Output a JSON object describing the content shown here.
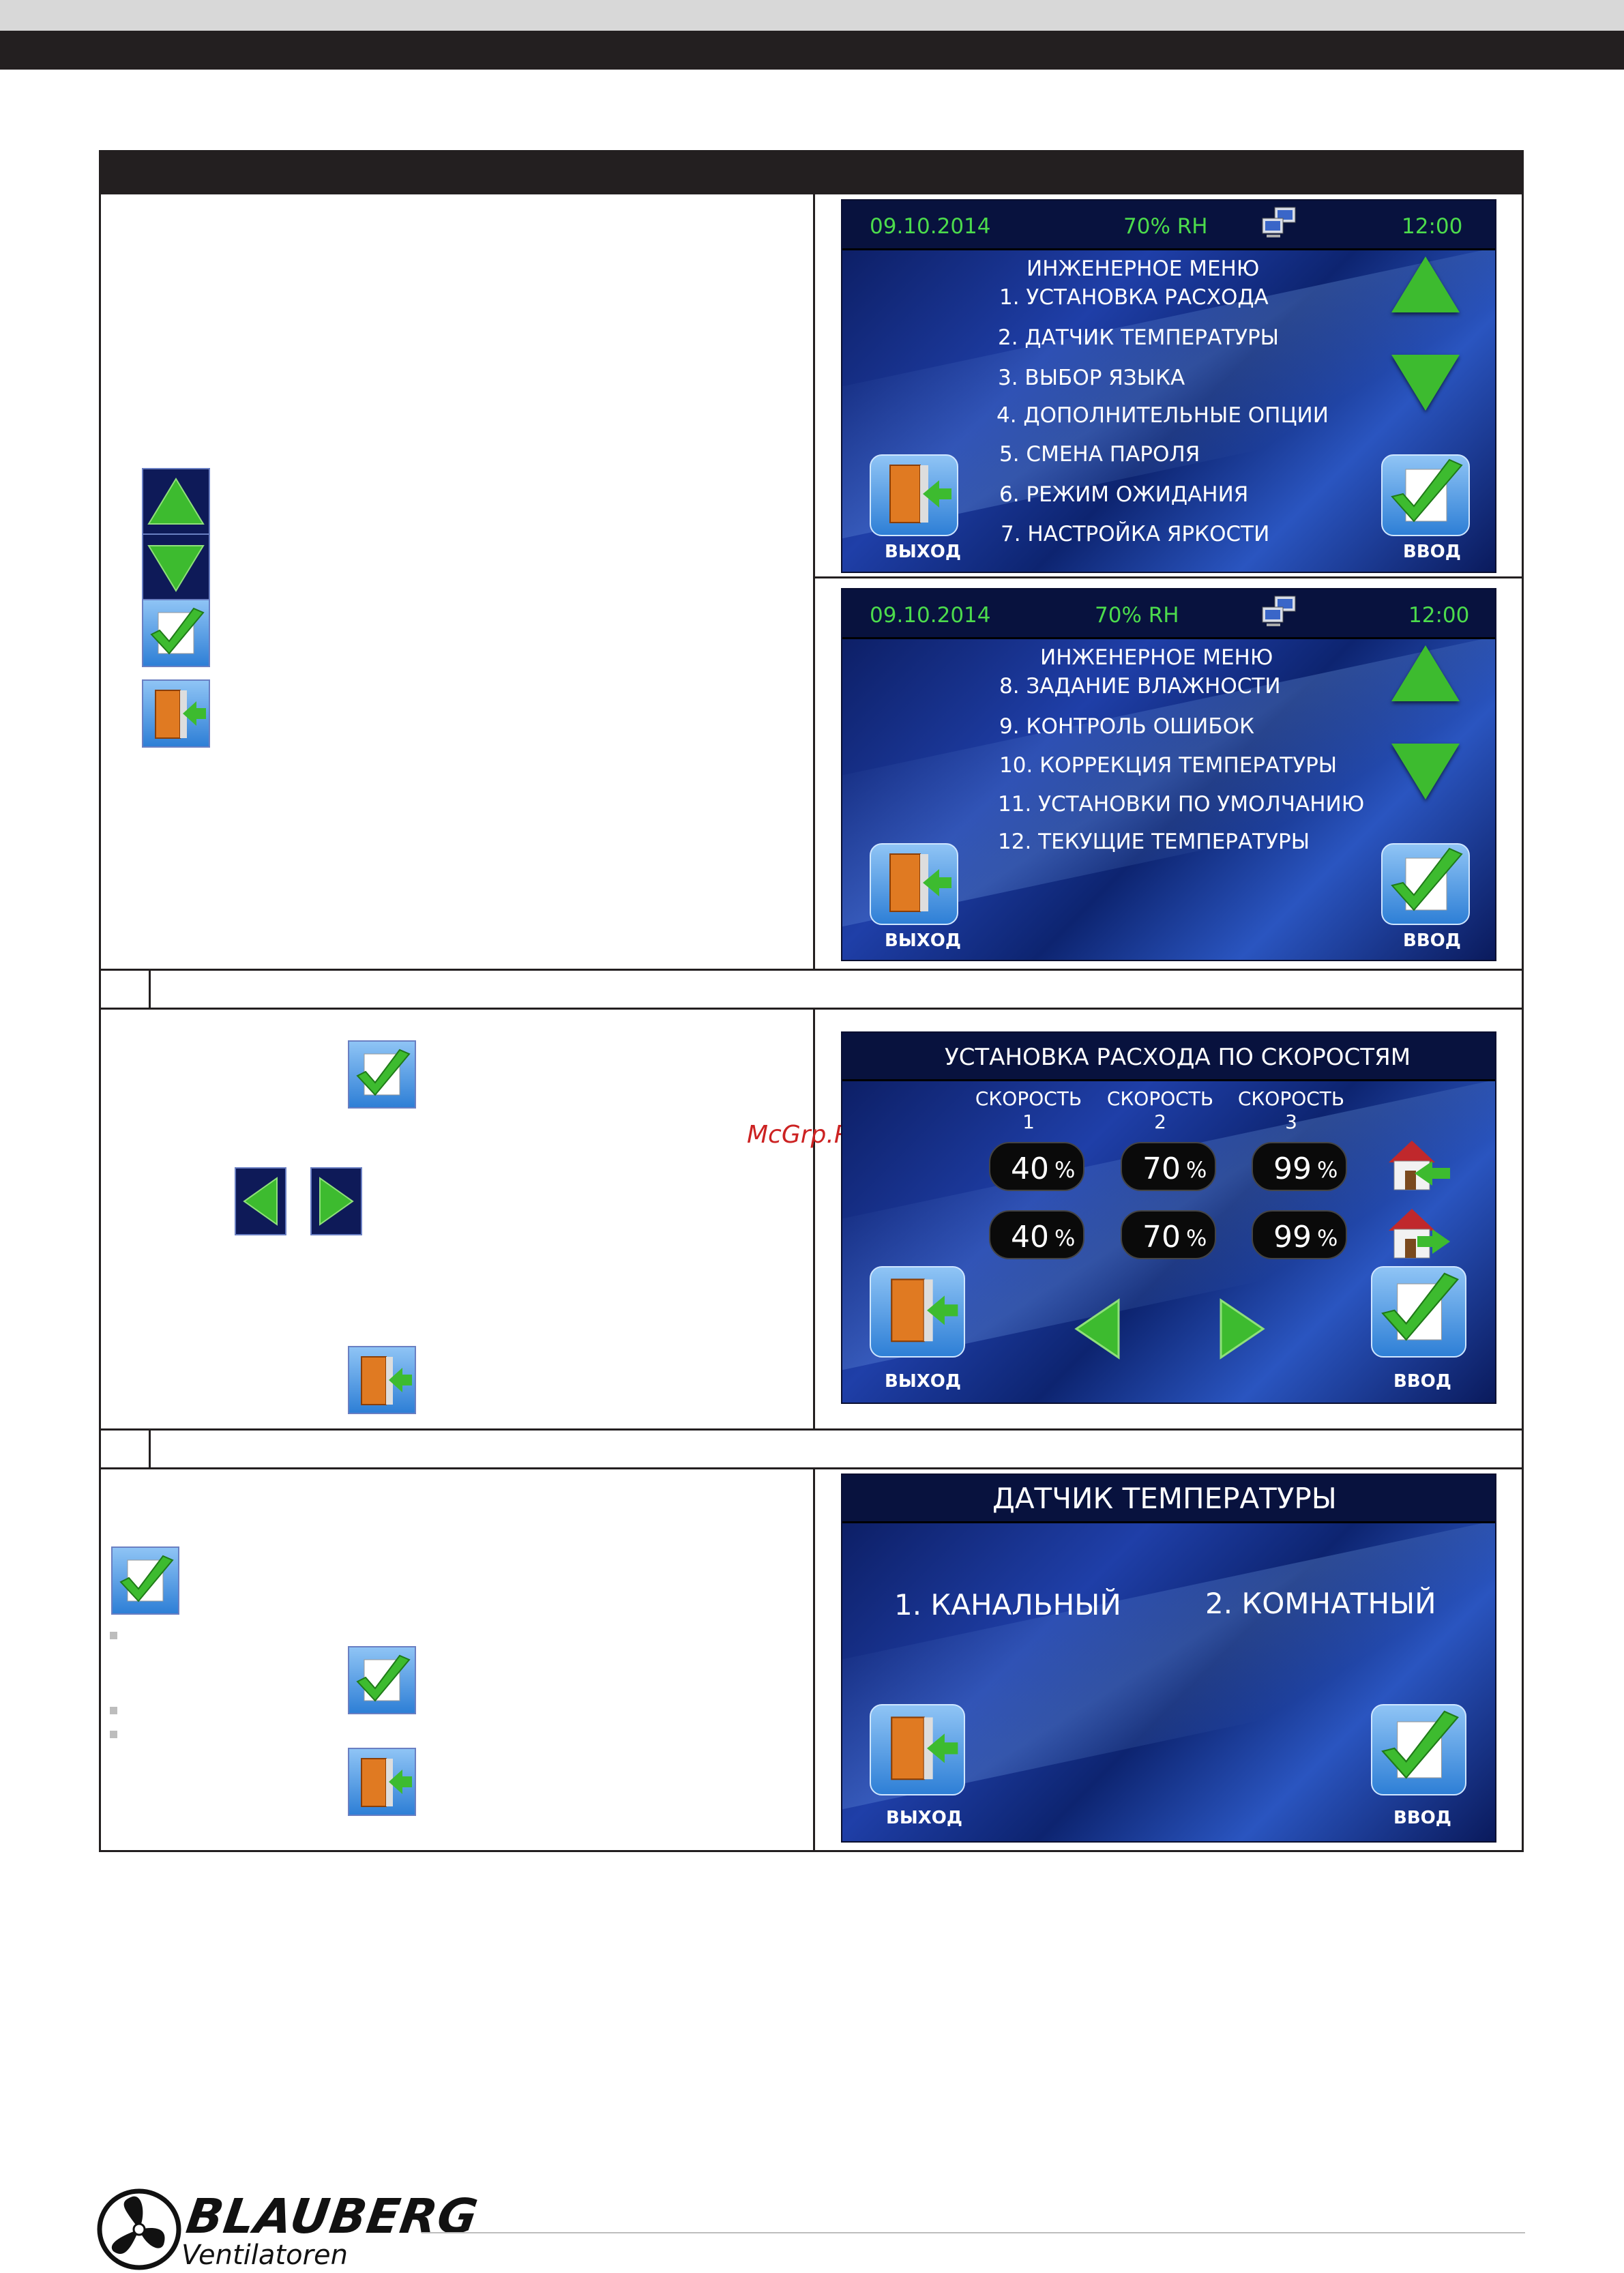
{
  "watermark": "McGrp.Ru",
  "screen1": {
    "date": "09.10.2014",
    "humidity": "70% RH",
    "time": "12:00",
    "title": "ИНЖЕНЕРНОЕ МЕНЮ",
    "items": [
      "1. УСТАНОВКА РАСХОДА",
      "2. ДАТЧИК ТЕМПЕРАТУРЫ",
      "3. ВЫБОР ЯЗЫКА",
      "4. ДОПОЛНИТЕЛЬНЫЕ ОПЦИИ",
      "5. СМЕНА ПАРОЛЯ",
      "6. РЕЖИМ ОЖИДАНИЯ",
      "7. НАСТРОЙКА ЯРКОСТИ"
    ],
    "exit_label": "ВЫХОД",
    "enter_label": "ВВОД"
  },
  "screen2": {
    "date": "09.10.2014",
    "humidity": "70% RH",
    "time": "12:00",
    "title": "ИНЖЕНЕРНОЕ МЕНЮ",
    "items": [
      "8.   ЗАДАНИЕ ВЛАЖНОСТИ",
      "9.   КОНТРОЛЬ ОШИБОК",
      "10. КОРРЕКЦИЯ ТЕМПЕРАТУРЫ",
      "11. УСТАНОВКИ ПО УМОЛЧАНИЮ",
      "12. ТЕКУЩИЕ ТЕМПЕРАТУРЫ"
    ],
    "exit_label": "ВЫХОД",
    "enter_label": "ВВОД"
  },
  "screen3": {
    "title": "УСТАНОВКА РАСХОДА ПО СКОРОСТЯМ",
    "speed_word": "СКОРОСТЬ",
    "speeds": [
      "1",
      "2",
      "3"
    ],
    "supply": [
      "40",
      "70",
      "99"
    ],
    "exhaust": [
      "40",
      "70",
      "99"
    ],
    "percent": "%",
    "exit_label": "ВЫХОД",
    "enter_label": "ВВОД"
  },
  "screen4": {
    "title": "ДАТЧИК ТЕМПЕРАТУРЫ",
    "option1": "1. КАНАЛЬНЫЙ",
    "option2": "2. КОМНАТНЫЙ",
    "exit_label": "ВЫХОД",
    "enter_label": "ВВОД"
  },
  "footer": {
    "brand": "BLAUBERG",
    "sub": "Ventilatoren"
  },
  "colors": {
    "accent_green": "#3dbb2f",
    "status_green": "#4cdb4c",
    "screen_blue": "#1f3fa8",
    "dark": "#231f20"
  }
}
